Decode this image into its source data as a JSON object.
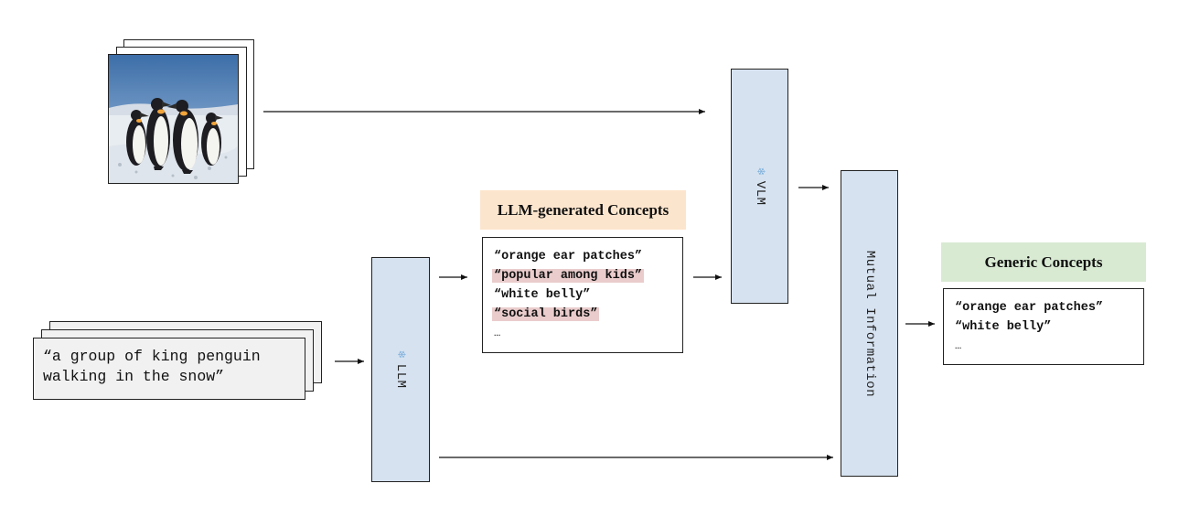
{
  "caption": "“a group of king penguin\nwalking in the snow”",
  "image": {
    "description": "penguins-photo"
  },
  "models": {
    "vlm": "VLM",
    "llm": "LLM",
    "mi": "Mutual Information"
  },
  "llm_concepts": {
    "title": "LLM-generated Concepts",
    "items": [
      {
        "text": "“orange ear patches”",
        "highlight": false
      },
      {
        "text": "“popular among kids”",
        "highlight": true
      },
      {
        "text": "“white belly”",
        "highlight": false
      },
      {
        "text": "“social birds”",
        "highlight": true
      }
    ],
    "more": "…",
    "title_bg": "#fce5cd",
    "highlight_color": "#eacccc"
  },
  "generic_concepts": {
    "title": "Generic Concepts",
    "items": [
      {
        "text": "“orange ear patches”"
      },
      {
        "text": "“white belly”"
      }
    ],
    "more": "…",
    "title_bg": "#d9ead3"
  },
  "colors": {
    "model_box": "#d6e2f0",
    "caption_box": "#f1f1f1",
    "snowflake": "#7fb1dc"
  }
}
